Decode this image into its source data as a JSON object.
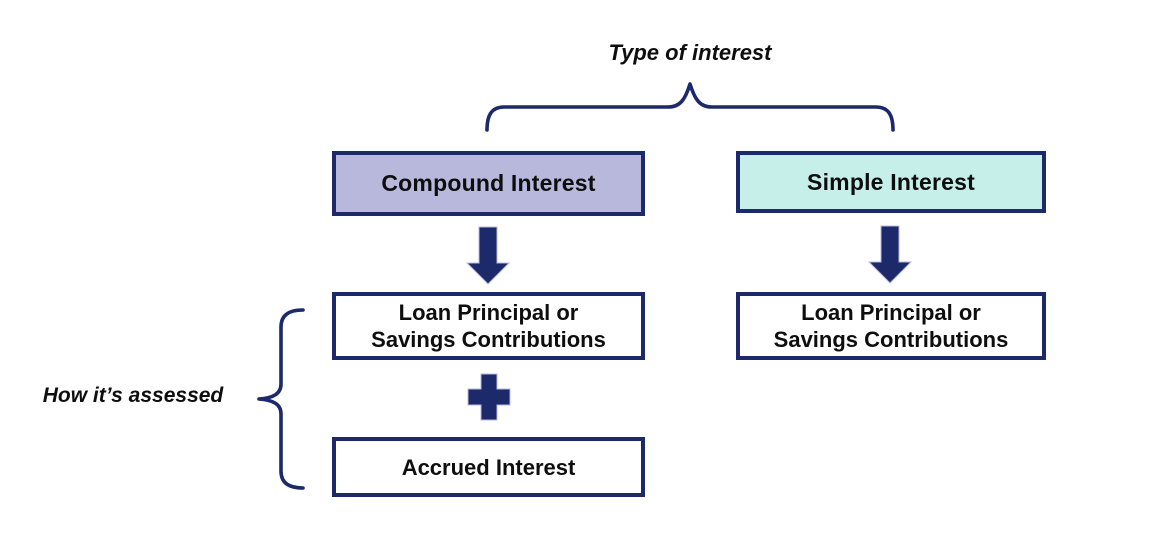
{
  "labels": {
    "type_of_interest": "Type of interest",
    "how_assessed": "How it’s assessed"
  },
  "compound_branch": {
    "header": "Compound Interest",
    "principal": {
      "line1": "Loan Principal or",
      "line2": "Savings Contributions"
    },
    "operator_icon": "plus-icon",
    "connector_icon": "down-arrow-icon",
    "accrued": "Accrued Interest"
  },
  "simple_branch": {
    "header": "Simple Interest",
    "principal": {
      "line1": "Loan Principal or",
      "line2": "Savings Contributions"
    },
    "connector_icon": "down-arrow-icon"
  },
  "colors": {
    "navy": "#1c296a",
    "lavender": "#b7b8db",
    "teal": "#c6efe9",
    "text": "#0e0e0e",
    "background": "#ffffff"
  }
}
